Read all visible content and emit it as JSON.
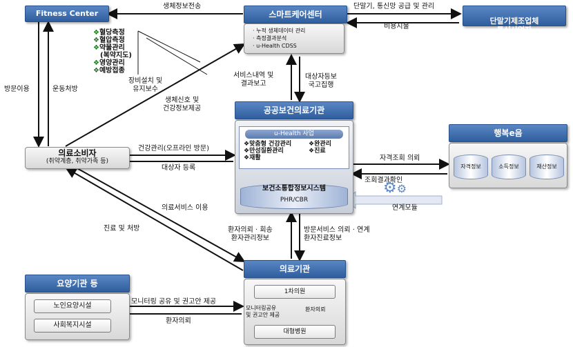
{
  "nodes": {
    "fitness_center": "Fitness Center",
    "smart_care_center": "스마트케어센터",
    "smart_care_items": [
      "· 누적 생체데이터 관리",
      "· 측정결과분석",
      "· u-Health CDSS"
    ],
    "telecom_provider": "단말기제조업체\n통신사업자",
    "public_health": "공공보건의료기관",
    "uhealth_title": "u-Health 사업",
    "uhealth_items": [
      "맞춤형 건강관리",
      "만성질환관리",
      "재활",
      "완관리",
      "진료"
    ],
    "integrated_system": "보건소통합정보시스템",
    "phr_cbr": "PHR/CBR",
    "happy_eum": "행복e음",
    "db_items": [
      "자격정보",
      "소득정보",
      "재산정보"
    ],
    "linkage_module": "연계모듈",
    "medical_consumer_title": "의료소비자",
    "medical_consumer_sub": "(취약계층, 취약가족 등)",
    "medical_institution": "의료기관",
    "primary_clinic": "1차의원",
    "general_hospital": "대형병원",
    "care_institutions": "요양기관 등",
    "nursing_home": "노인요양시설",
    "welfare_facility": "사회복지시설"
  },
  "fitness_list": [
    "혈당측정",
    "혈압측정",
    "약물관리",
    "(복약지도)",
    "영양관리",
    "예방접종"
  ],
  "labels": {
    "bio_info_transfer": "생체정보전송",
    "device_supply": "단말기, 통신망 공급 및 관리",
    "cost_payment": "비용지불",
    "equipment_install": "장비설치 및\n유지보수",
    "visit_use": "방문이용",
    "exercise_rx": "운동처방",
    "bio_signal": "생체신호 및\n건강정보제공",
    "service_report": "서비스내역 및\n결과보고",
    "target_register": "대상자등보\n국고집행",
    "health_mgmt": "건강관리(오프라인 방문)",
    "target_register2": "대상자 등록",
    "qualification_query": "자격조회 의뢰",
    "query_result": "조회결과확인",
    "medical_service_use": "의료서비스 이용",
    "treatment": "진료 및 처방",
    "patient_referral": "환자의뢰 · 회송\n환자관리정보",
    "visit_service": "방문서비스 의뢰 · 연계\n환자진료정보",
    "monitoring_share": "모니터링 공유 및 권고안 제공",
    "patient_referral2": "환자의뢰",
    "monitoring_share2": "모니터링공유\n및 권고안 제공",
    "patient_referral3": "환자의뢰"
  }
}
